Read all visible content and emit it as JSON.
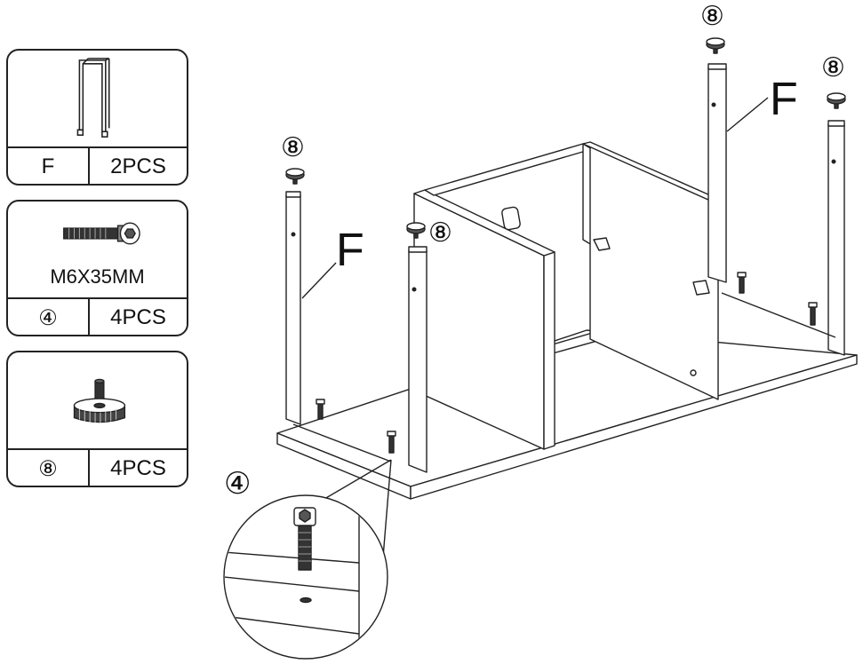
{
  "parts": [
    {
      "icon": "leg-frame-icon",
      "id": "F",
      "qty": "2PCS"
    },
    {
      "icon": "bolt-icon",
      "spec": "M6X35MM",
      "id": "④",
      "qty": "4PCS"
    },
    {
      "icon": "leveling-foot-icon",
      "id": "⑧",
      "qty": "4PCS"
    }
  ],
  "callouts": {
    "foot_a": "⑧",
    "foot_b": "⑧",
    "foot_c": "⑧",
    "foot_d": "⑧",
    "leg_left": "F",
    "leg_right": "F",
    "bolt": "④"
  },
  "colors": {
    "line": "#222222",
    "fill": "#ffffff",
    "shade": "#e6e6e6"
  }
}
